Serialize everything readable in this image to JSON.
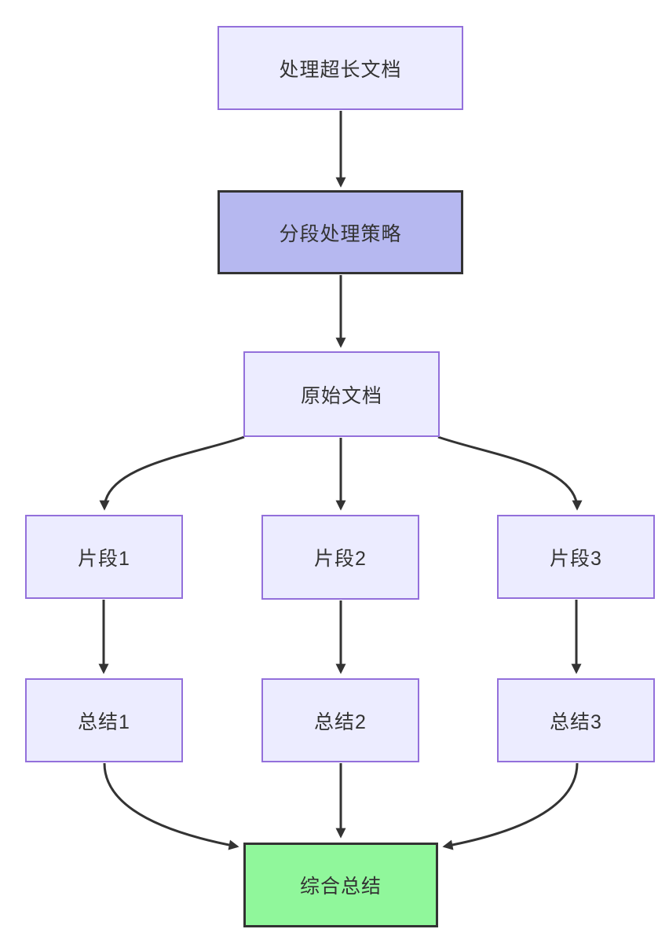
{
  "diagram": {
    "type": "flowchart",
    "direction": "top-down",
    "nodes": [
      {
        "id": "start",
        "label": "处理超长文档",
        "style": "default"
      },
      {
        "id": "strategy",
        "label": "分段处理策略",
        "style": "emphasis"
      },
      {
        "id": "doc",
        "label": "原始文档",
        "style": "default"
      },
      {
        "id": "seg1",
        "label": "片段1",
        "style": "default"
      },
      {
        "id": "seg2",
        "label": "片段2",
        "style": "default"
      },
      {
        "id": "seg3",
        "label": "片段3",
        "style": "default"
      },
      {
        "id": "sum1",
        "label": "总结1",
        "style": "default"
      },
      {
        "id": "sum2",
        "label": "总结2",
        "style": "default"
      },
      {
        "id": "sum3",
        "label": "总结3",
        "style": "default"
      },
      {
        "id": "final",
        "label": "综合总结",
        "style": "success"
      }
    ],
    "edges": [
      {
        "from": "start",
        "to": "strategy"
      },
      {
        "from": "strategy",
        "to": "doc"
      },
      {
        "from": "doc",
        "to": "seg1"
      },
      {
        "from": "doc",
        "to": "seg2"
      },
      {
        "from": "doc",
        "to": "seg3"
      },
      {
        "from": "seg1",
        "to": "sum1"
      },
      {
        "from": "seg2",
        "to": "sum2"
      },
      {
        "from": "seg3",
        "to": "sum3"
      },
      {
        "from": "sum1",
        "to": "final"
      },
      {
        "from": "sum2",
        "to": "final"
      },
      {
        "from": "sum3",
        "to": "final"
      }
    ],
    "colors": {
      "background": "#ffffff",
      "node_fill": "#ECECFF",
      "node_border": "#9370DB",
      "emphasis_fill": "#b6b8f0",
      "emphasis_border": "#333333",
      "success_fill": "#90f79b",
      "success_border": "#333333",
      "edge": "#333333",
      "text": "#333333"
    }
  }
}
